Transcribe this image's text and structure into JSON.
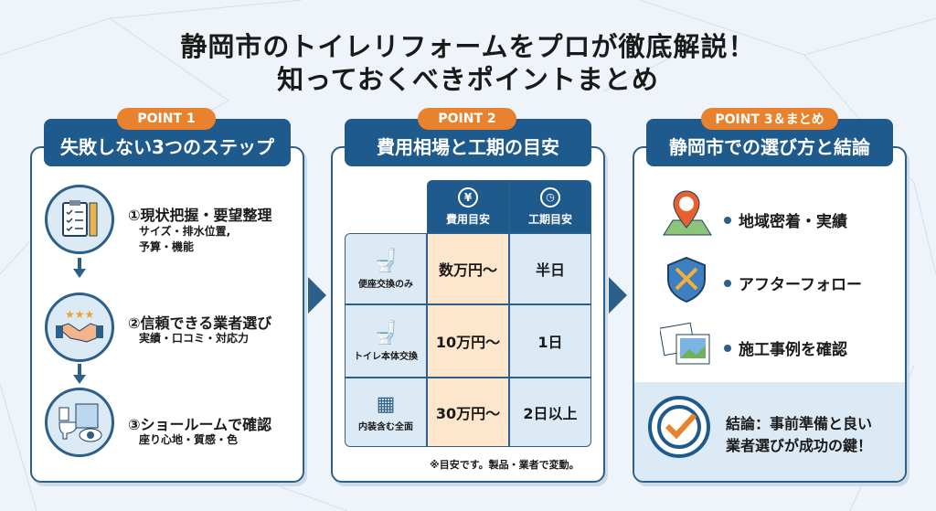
{
  "title": {
    "line1": "静岡市のトイレリフォームをプロが徹底解説！",
    "line2": "知っておくべきポイントまとめ"
  },
  "panel1": {
    "badge": "POINT 1",
    "heading": "失敗しない3つのステップ",
    "steps": [
      {
        "title": "①現状把握・要望整理",
        "sub1": "サイズ・排水位置,",
        "sub2": "予算・機能",
        "icon": "clipboard-ruler-icon"
      },
      {
        "title": "②信頼できる業者選び",
        "sub1": "実績・口コミ・対応力",
        "icon": "handshake-stars-icon"
      },
      {
        "title": "③ショールームで確認",
        "sub1": "座り心地・質感・色",
        "icon": "toilet-eye-icon"
      }
    ]
  },
  "panel2": {
    "badge": "POINT 2",
    "heading": "費用相場と工期の目安",
    "columns": [
      {
        "label": "費用目安",
        "icon": "yen-icon"
      },
      {
        "label": "工期目安",
        "icon": "clock-icon"
      }
    ],
    "rows": [
      {
        "label": "便座交換のみ",
        "cost": "数万円〜",
        "duration": "半日"
      },
      {
        "label": "トイレ本体交換",
        "cost": "10万円〜",
        "duration": "1日"
      },
      {
        "label": "内装含む全面",
        "cost": "30万円〜",
        "duration": "2日以上"
      }
    ],
    "note": "※目安です。製品・業者で変動。"
  },
  "panel3": {
    "badge": "POINT 3＆まとめ",
    "heading": "静岡市での選び方と結論",
    "items": [
      {
        "label": "地域密着・実績",
        "icon": "map-pin-icon"
      },
      {
        "label": "アフターフォロー",
        "icon": "shield-tools-icon"
      },
      {
        "label": "施工事例を確認",
        "icon": "photos-icon"
      }
    ],
    "conclusion1": "結論：事前準備と良い",
    "conclusion2": "業者選びが成功の鍵！"
  },
  "colors": {
    "navy": "#1f5a8c",
    "orange": "#e8822e",
    "peach": "#fde6cc",
    "lightblue": "#dceaf5"
  }
}
